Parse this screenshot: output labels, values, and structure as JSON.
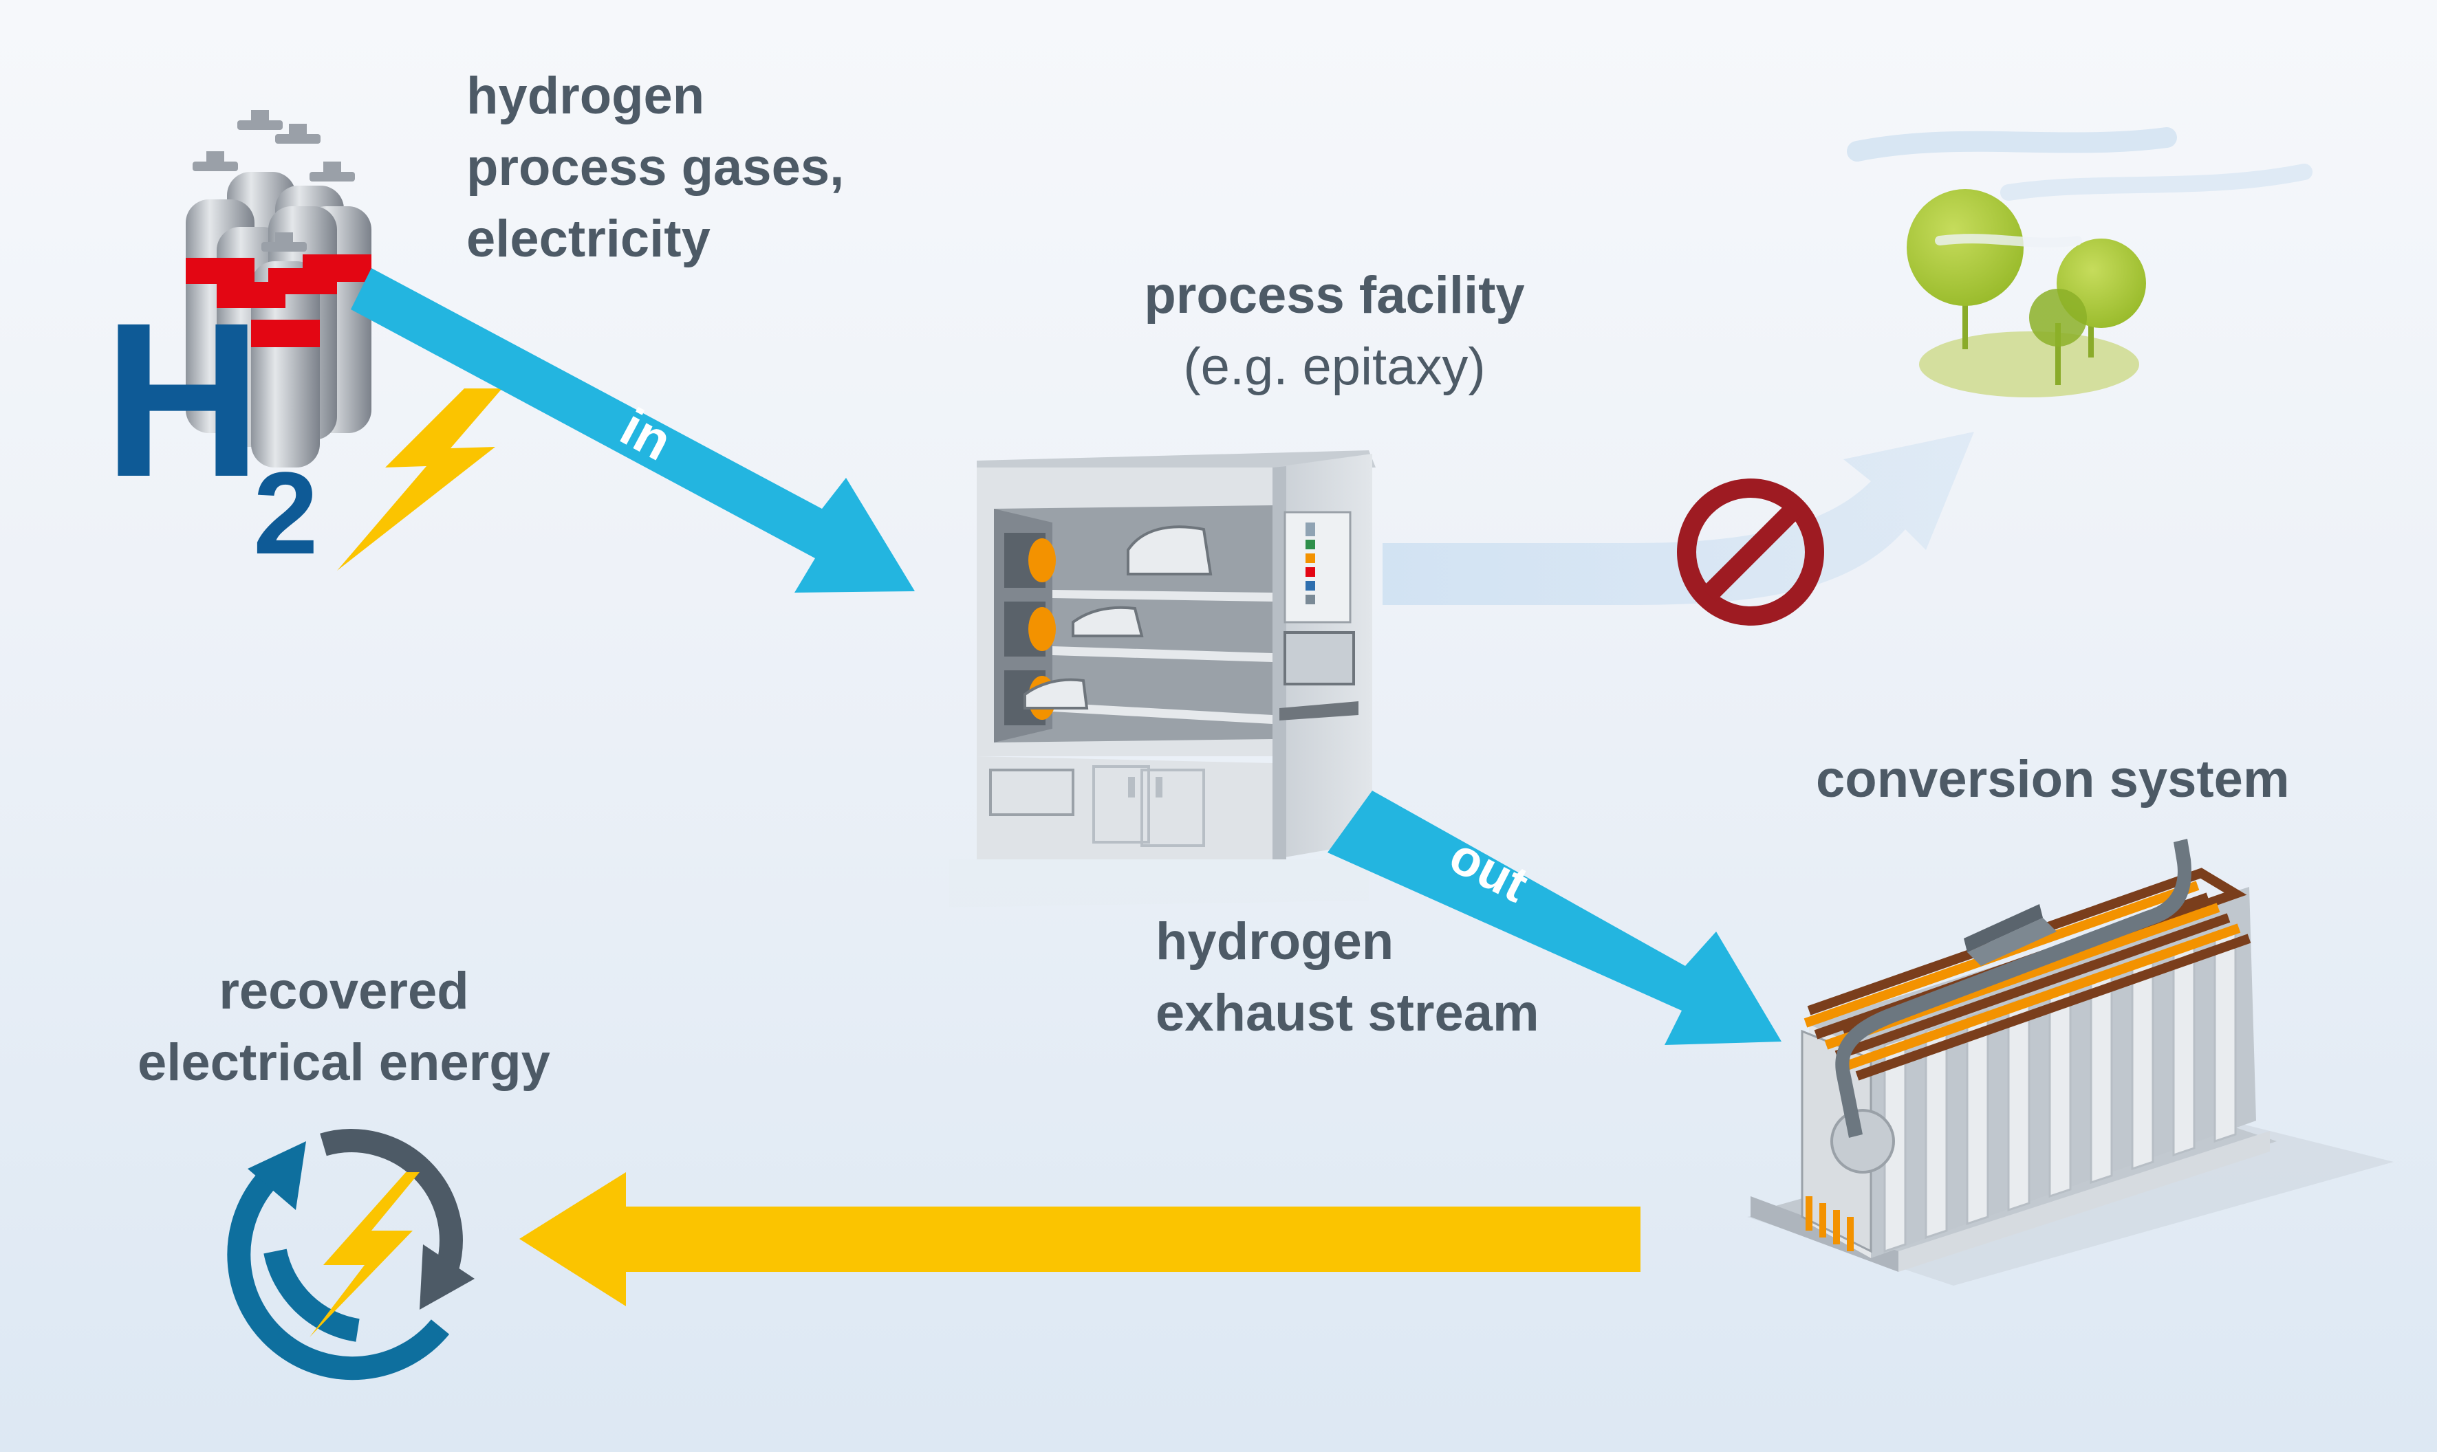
{
  "labels": {
    "inputs": [
      "hydrogen",
      "process gases,",
      "electricity"
    ],
    "facility_title": "process facility",
    "facility_sub": "(e.g. epitaxy)",
    "conversion": "conversion system",
    "exhaust": [
      "hydrogen",
      "exhaust stream"
    ],
    "recovered": [
      "recovered",
      "electrical energy"
    ],
    "arrow_in": "in",
    "arrow_out": "out",
    "h2_letter": "H",
    "h2_subscript": "2"
  },
  "colors": {
    "arrow_blue": "#23b5e0",
    "arrow_yellow": "#fbc400",
    "h2_blue": "#0e5a96",
    "text_gray": "#4d5a66",
    "prohibit_red": "#9e1b22",
    "cylinder_red": "#e30613",
    "coil_orange": "#f39200",
    "tree_green": "#a8c83c"
  },
  "icons": [
    "gas-cylinders-icon",
    "lightning-icon",
    "tree-icon",
    "prohibited-icon",
    "recycle-energy-icon",
    "fuel-cell-stack-icon",
    "cabinet-icon"
  ]
}
